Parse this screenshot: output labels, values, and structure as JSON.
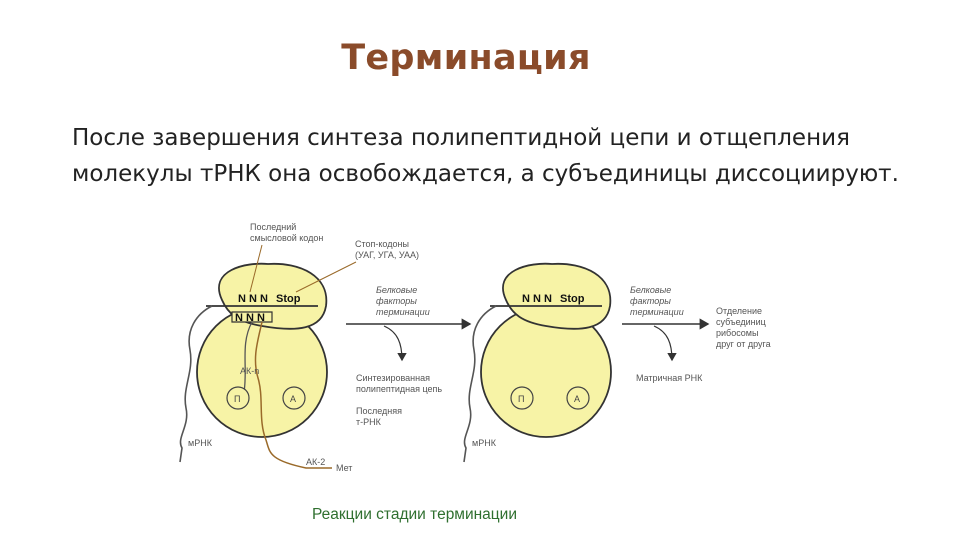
{
  "slide": {
    "title": "Терминация",
    "paragraph_line1": "После завершения синтеза полипептидной цепи и отщепления",
    "paragraph_line2": "молекулы тРНК она освобождается, а субъединицы диссоциируют.",
    "caption": "Реакции стадии терминации"
  },
  "diagram": {
    "left": {
      "last_codon_label_1": "Последний",
      "last_codon_label_2": "смысловой кодон",
      "stop_codons_label_1": "Стоп-кодоны",
      "stop_codons_label_2": "(УАГ, УГА, УАА)",
      "mrna_codons": "N N N",
      "stop": "Stop",
      "anticodon": "N N N",
      "ak_n": "АК-n",
      "site_p": "П",
      "site_a": "А",
      "mrna": "мРНК",
      "ak2": "АК-2",
      "met": "Мет"
    },
    "middle": {
      "factors_1": "Белковые",
      "factors_2": "факторы",
      "factors_3": "терминации",
      "chain_1": "Синтезированная",
      "chain_2": "полипептидная цепь",
      "trna_1": "Последняя",
      "trna_2": "т-РНК"
    },
    "right": {
      "mrna_codons": "N N N",
      "stop": "Stop",
      "site_p": "П",
      "site_a": "А",
      "mrna": "мРНК",
      "factors_1": "Белковые",
      "factors_2": "факторы",
      "factors_3": "терминации",
      "separation_1": "Отделение",
      "separation_2": "субъединиц",
      "separation_3": "рибосомы",
      "separation_4": "друг от друга",
      "matrix_rna": "Матричная РНК"
    }
  },
  "colors": {
    "title": "#8a4b2a",
    "ribosome_fill": "#f7f3a6",
    "outline": "#333333",
    "chain": "#9a6a2a",
    "caption": "#2f6f2f"
  }
}
